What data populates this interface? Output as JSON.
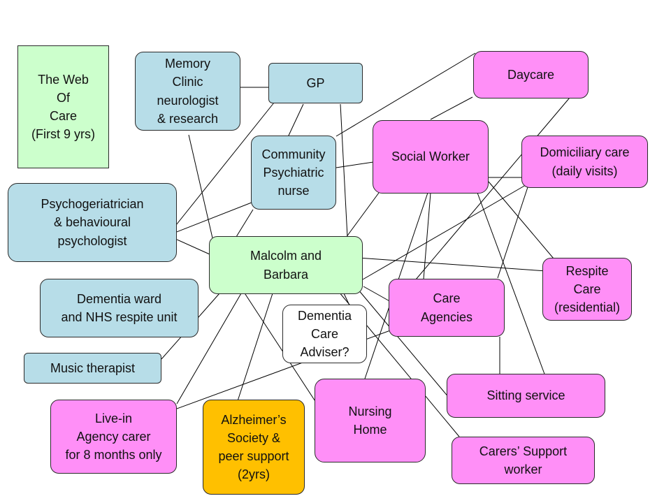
{
  "diagram": {
    "title": [
      "The Web",
      "Of",
      "Care",
      "(First 9 yrs)"
    ],
    "nodes": {
      "memory_clinic": [
        "Memory",
        "Clinic",
        "neurologist",
        "& research"
      ],
      "gp": [
        "GP"
      ],
      "daycare": [
        "Daycare"
      ],
      "community_psychiatric_nurse": [
        "Community",
        "Psychiatric",
        "nurse"
      ],
      "social_worker": [
        "Social Worker"
      ],
      "domiciliary_care": [
        "Domiciliary care",
        "(daily visits)"
      ],
      "psychogeriatrician": [
        "Psychogeriatrician",
        "& behavioural",
        "psychologist"
      ],
      "malcolm_and_barbara": [
        "Malcolm and",
        "Barbara"
      ],
      "respite_care": [
        "Respite",
        "Care",
        "(residential)"
      ],
      "dementia_ward": [
        "Dementia ward",
        "and NHS respite unit"
      ],
      "care_agencies": [
        "Care",
        "Agencies"
      ],
      "dementia_care_adviser": [
        "Dementia",
        "Care",
        "Adviser?"
      ],
      "music_therapist": [
        "Music therapist"
      ],
      "sitting_service": [
        "Sitting service"
      ],
      "live_in_carer": [
        "Live-in",
        "Agency carer",
        "for 8 months only"
      ],
      "alzheimers_society": [
        "Alzheimer’s",
        "Society &",
        "peer support",
        "(2yrs)"
      ],
      "nursing_home": [
        "Nursing",
        "Home"
      ],
      "carers_support_worker": [
        "Carers’ Support",
        "worker"
      ]
    },
    "colors": {
      "nhs_services": "#b7dde8",
      "social_care": "#ff8ff7",
      "family": "#ccffcc",
      "voluntary": "#ffc000",
      "title_box": "#ccffcc",
      "adviser": "#ffffff",
      "lines": "#000000"
    }
  }
}
